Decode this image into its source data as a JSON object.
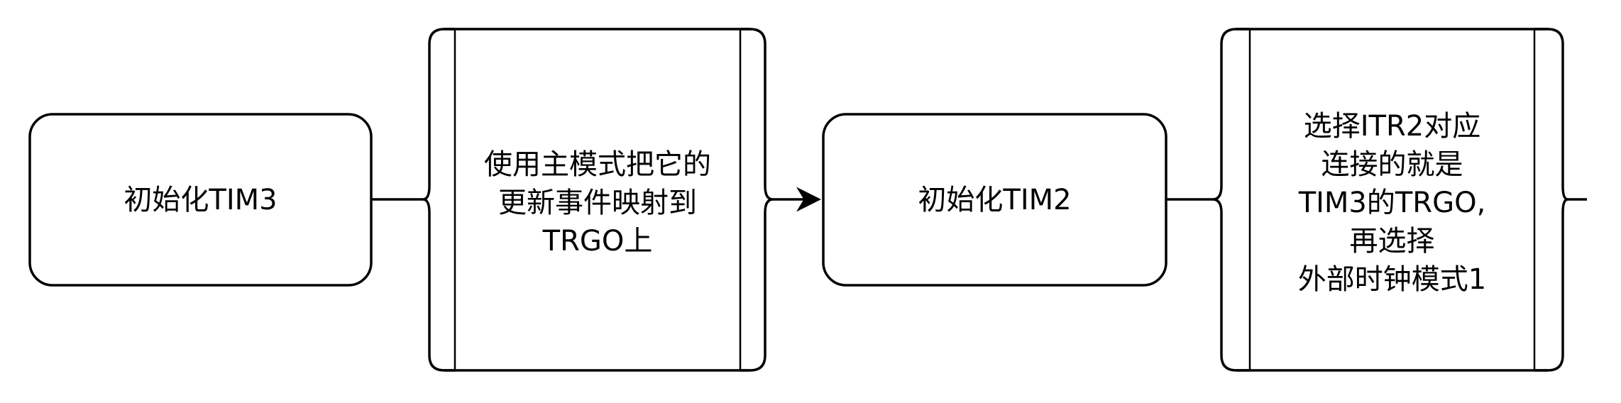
{
  "nodes": {
    "init_tim3": {
      "text": "初始化TIM3"
    },
    "master_mode": {
      "lines": [
        "使用主模式把它的",
        "更新事件映射到",
        "TRGO上"
      ]
    },
    "init_tim2": {
      "text": "初始化TIM2"
    },
    "select_itr2": {
      "lines": [
        "选择ITR2对应",
        "连接的就是",
        "TIM3的TRGO,",
        "再选择",
        "外部时钟模式1"
      ]
    }
  },
  "colors": {
    "stroke": "#000000",
    "fill": "#ffffff"
  }
}
